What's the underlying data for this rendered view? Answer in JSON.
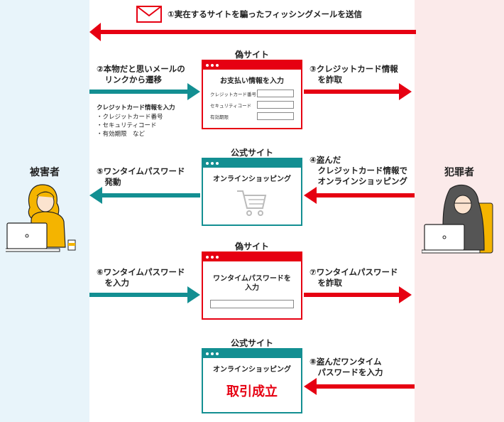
{
  "actors": {
    "victim": "被害者",
    "criminal": "犯罪者"
  },
  "colors": {
    "red": "#e60012",
    "teal": "#138f92",
    "victim_bg": "#e8f4fa",
    "criminal_bg": "#fbeaea"
  },
  "steps": {
    "s1": "①実在するサイトを騙ったフィッシングメールを送信",
    "s2": "②本物だと思いメールの\n　リンクから遷移",
    "s2_note_title": "クレジットカード情報を入力",
    "s2_note_items": "・クレジットカード番号\n・セキュリティコード\n・有効期限　など",
    "s3": "③クレジットカード情報\n　を詐取",
    "s4": "④盗んだ\n　クレジットカード情報で\n　オンラインショッピング",
    "s5": "⑤ワンタイムパスワード\n　発動",
    "s6": "⑥ワンタイムパスワード\n　を入力",
    "s7": "⑦ワンタイムパスワード\n　を詐取",
    "s8": "⑧盗んだワンタイム\n　パスワードを入力"
  },
  "sites": {
    "fake1": {
      "title": "偽サイト",
      "heading": "お支払い情報を入力",
      "fields": [
        "クレジットカード番号",
        "セキュリティコード",
        "有効期限"
      ]
    },
    "official1": {
      "title": "公式サイト",
      "heading": "オンラインショッピング",
      "icon": "shopping-cart-icon"
    },
    "fake2": {
      "title": "偽サイト",
      "heading": "ワンタイムパスワードを\n入力"
    },
    "official2": {
      "title": "公式サイト",
      "heading": "オンラインショッピング",
      "result": "取引成立"
    }
  }
}
